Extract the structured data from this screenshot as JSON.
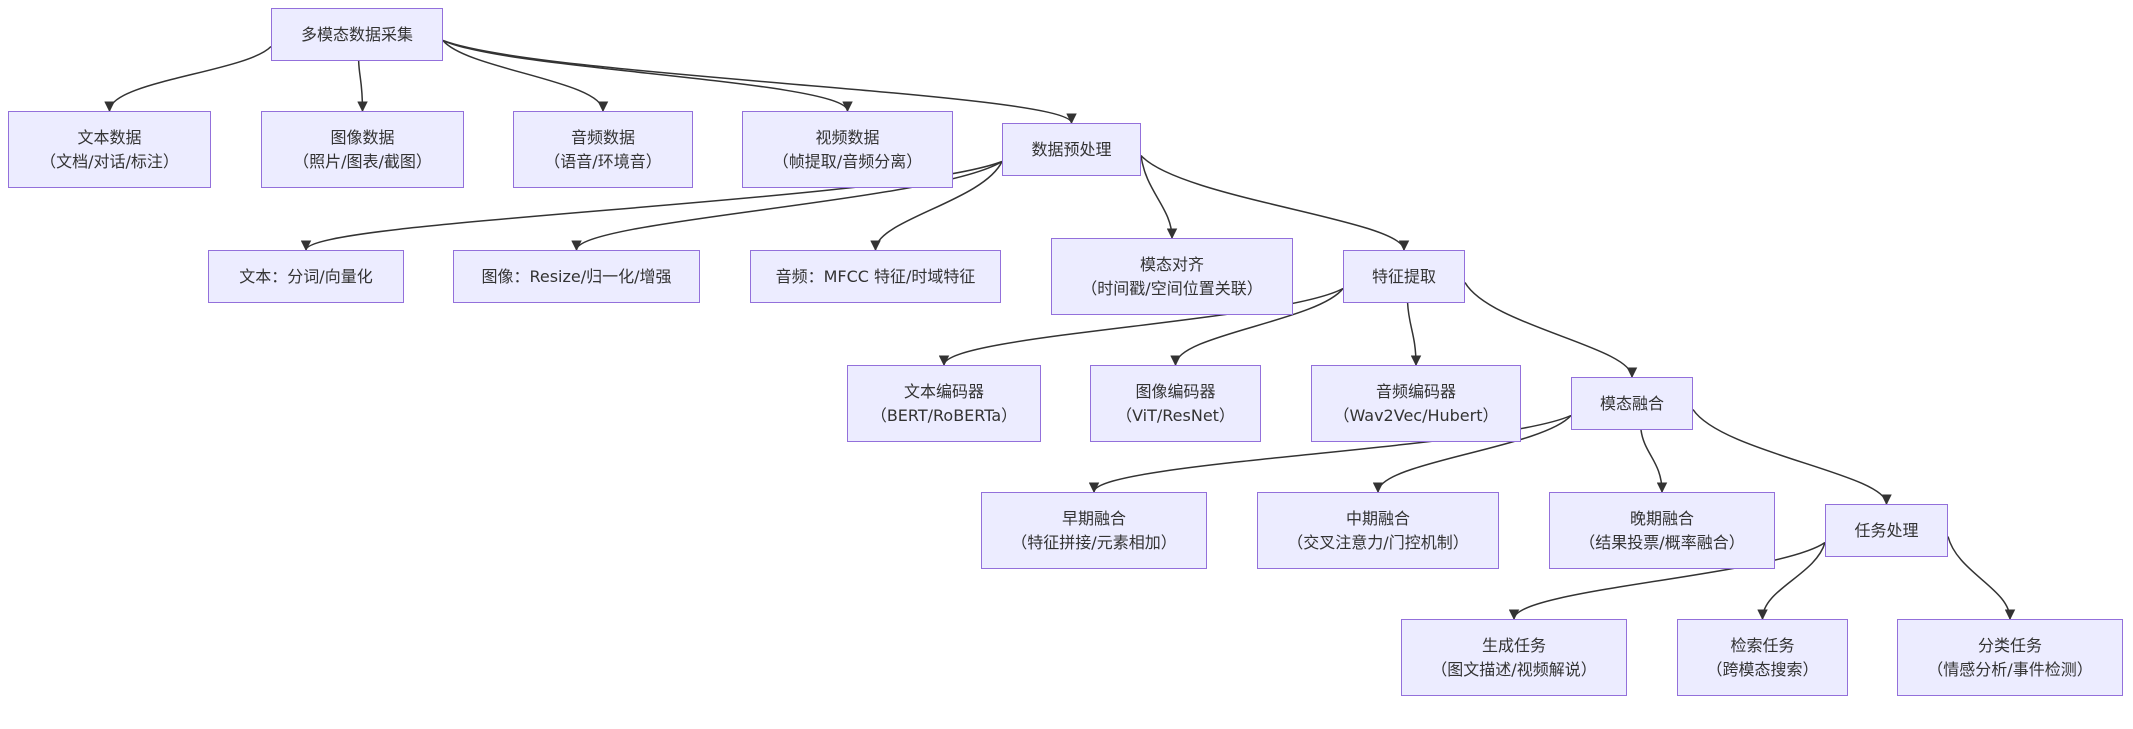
{
  "nodes": {
    "collect": {
      "lines": [
        "多模态数据采集"
      ]
    },
    "text_data": {
      "lines": [
        "文本数据",
        "（文档/对话/标注）"
      ]
    },
    "image_data": {
      "lines": [
        "图像数据",
        "（照片/图表/截图）"
      ]
    },
    "audio_data": {
      "lines": [
        "音频数据",
        "（语音/环境音）"
      ]
    },
    "video_data": {
      "lines": [
        "视频数据",
        "（帧提取/音频分离）"
      ]
    },
    "preprocess": {
      "lines": [
        "数据预处理"
      ]
    },
    "text_prep": {
      "lines": [
        "文本：分词/向量化"
      ]
    },
    "image_prep": {
      "lines": [
        "图像：Resize/归一化/增强"
      ]
    },
    "audio_prep": {
      "lines": [
        "音频：MFCC 特征/时域特征"
      ]
    },
    "align": {
      "lines": [
        "模态对齐",
        "（时间戳/空间位置关联）"
      ]
    },
    "feature": {
      "lines": [
        "特征提取"
      ]
    },
    "text_enc": {
      "lines": [
        "文本编码器",
        "（BERT/RoBERTa）"
      ]
    },
    "image_enc": {
      "lines": [
        "图像编码器",
        "（ViT/ResNet）"
      ]
    },
    "audio_enc": {
      "lines": [
        "音频编码器",
        "（Wav2Vec/Hubert）"
      ]
    },
    "fusion": {
      "lines": [
        "模态融合"
      ]
    },
    "early": {
      "lines": [
        "早期融合",
        "（特征拼接/元素相加）"
      ]
    },
    "mid": {
      "lines": [
        "中期融合",
        "（交叉注意力/门控机制）"
      ]
    },
    "late": {
      "lines": [
        "晚期融合",
        "（结果投票/概率融合）"
      ]
    },
    "task": {
      "lines": [
        "任务处理"
      ]
    },
    "gen": {
      "lines": [
        "生成任务",
        "（图文描述/视频解说）"
      ]
    },
    "retrieval": {
      "lines": [
        "检索任务",
        "（跨模态搜索）"
      ]
    },
    "classify": {
      "lines": [
        "分类任务",
        "（情感分析/事件检测）"
      ]
    }
  },
  "edges": [
    [
      "collect",
      "text_data"
    ],
    [
      "collect",
      "image_data"
    ],
    [
      "collect",
      "audio_data"
    ],
    [
      "collect",
      "video_data"
    ],
    [
      "collect",
      "preprocess"
    ],
    [
      "preprocess",
      "text_prep"
    ],
    [
      "preprocess",
      "image_prep"
    ],
    [
      "preprocess",
      "audio_prep"
    ],
    [
      "preprocess",
      "align"
    ],
    [
      "preprocess",
      "feature"
    ],
    [
      "feature",
      "text_enc"
    ],
    [
      "feature",
      "image_enc"
    ],
    [
      "feature",
      "audio_enc"
    ],
    [
      "feature",
      "fusion"
    ],
    [
      "fusion",
      "early"
    ],
    [
      "fusion",
      "mid"
    ],
    [
      "fusion",
      "late"
    ],
    [
      "fusion",
      "task"
    ],
    [
      "task",
      "gen"
    ],
    [
      "task",
      "retrieval"
    ],
    [
      "task",
      "classify"
    ]
  ],
  "colors": {
    "node_fill": "#ECECFF",
    "node_border": "#9370DB",
    "text": "#333333",
    "edge": "#333333"
  }
}
